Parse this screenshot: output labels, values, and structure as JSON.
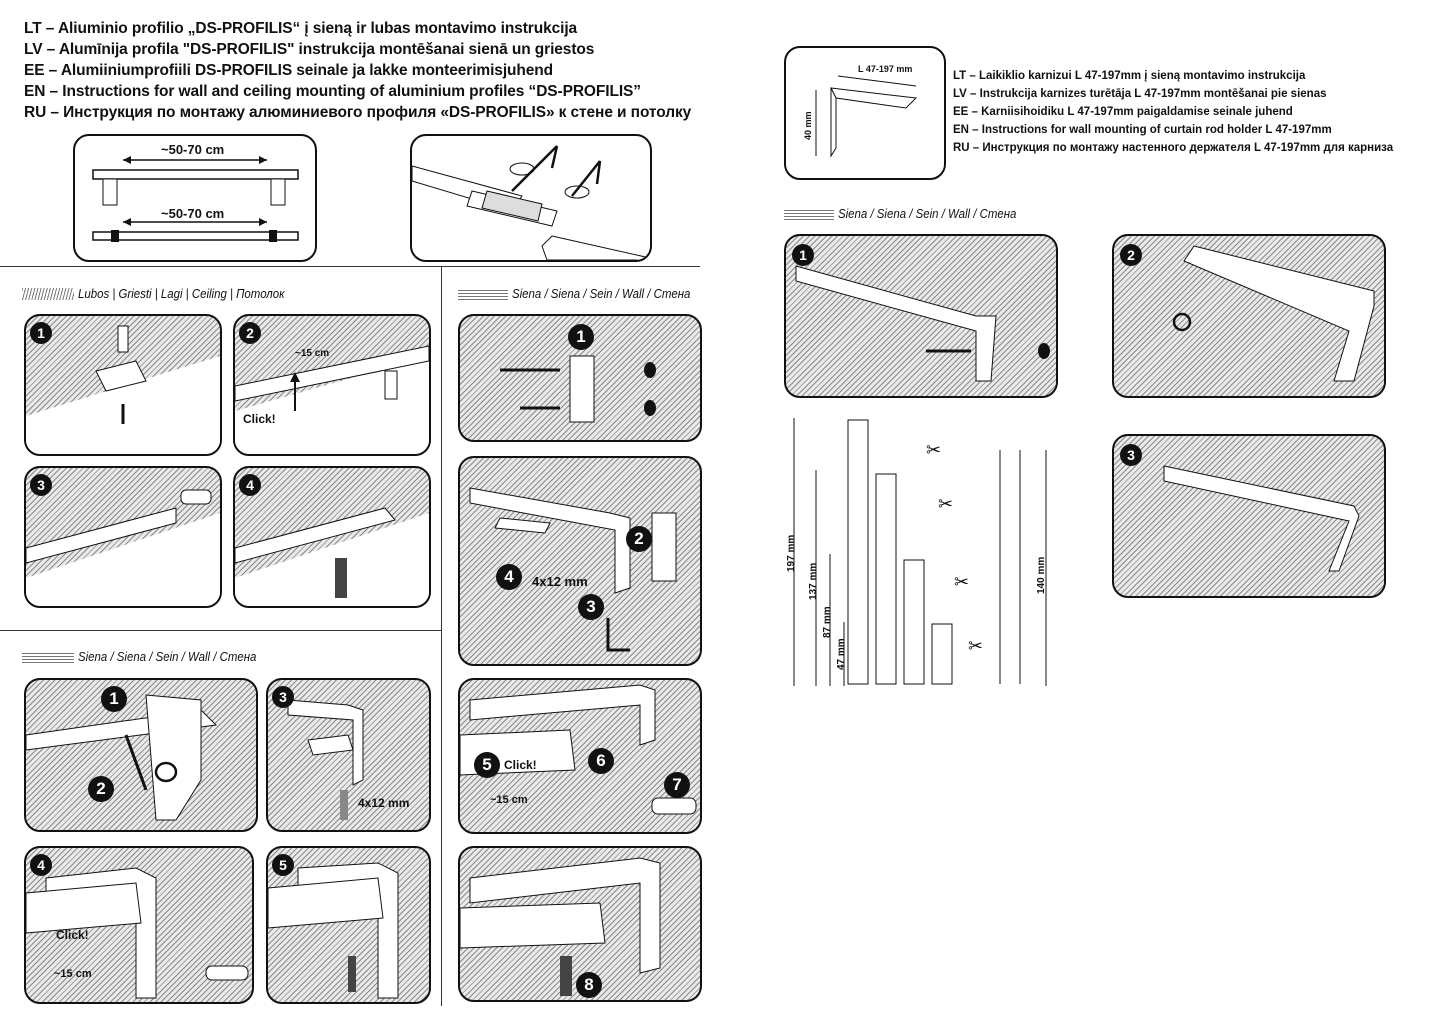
{
  "header": {
    "lines": [
      "LT – Aliuminio profilio „DS-PROFILIS“ į sieną ir lubas montavimo instrukcija",
      "LV – Alumīnija profila \"DS-PROFILIS\" instrukcija montēšanai sienā un griestos",
      "EE – Alumiiniumprofiili DS-PROFILIS seinale ja lakke monteerimisjuhend",
      "EN – Instructions for wall and ceiling mounting of aluminium profiles “DS-PROFILIS”",
      "RU – Инструкция по монтажу алюминиевого профиля «DS-PROFILIS» к стене и потолку"
    ]
  },
  "holder_header": {
    "lines": [
      "LT – Laikiklio karnizui L 47-197mm  į sieną montavimo instrukcija",
      "LV – Instrukcija karnizes turētāja L 47-197mm montēšanai pie sienas",
      "EE – Karniisihoidiku L 47-197mm paigaldamise seinale juhend",
      "EN – Instructions for wall mounting of curtain rod holder L 47-197mm",
      "RU – Инструкция по монтажу настенного держателя L 47-197mm для карниза"
    ],
    "dim_length": "L 47-197 mm",
    "dim_height": "40 mm"
  },
  "spacing": {
    "top": "~50-70 cm",
    "bottom": "~50-70 cm"
  },
  "sections": {
    "ceiling": "Lubos | Griesti | Lagi | Ceiling | Потолок",
    "wall_left": "Siena / Siena / Sein / Wall / Стена",
    "wall_middle": "Siena / Siena / Sein / Wall / Стена",
    "wall_right": "Siena / Siena / Sein / Wall / Стена"
  },
  "labels": {
    "click": "Click!",
    "dist_15": "~15 cm",
    "screw_4x12": "4x12 mm"
  },
  "steps": [
    "1",
    "2",
    "3",
    "4",
    "5",
    "6",
    "7",
    "8"
  ],
  "cut_chart": {
    "lengths": [
      "197 mm",
      "137 mm",
      "87 mm",
      "47 mm"
    ],
    "height": "140 mm",
    "scissors": "✂"
  }
}
